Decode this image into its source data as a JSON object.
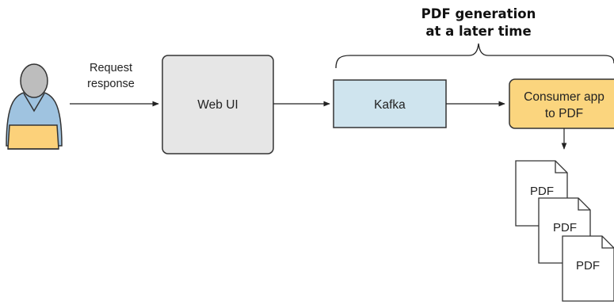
{
  "annotation": {
    "line1": "PDF generation",
    "line2": "at a later time"
  },
  "request_label": {
    "line1": "Request",
    "line2": "response"
  },
  "nodes": {
    "web_ui": "Web UI",
    "kafka": "Kafka",
    "consumer": {
      "line1": "Consumer app",
      "line2": "to PDF"
    }
  },
  "documents": [
    "PDF",
    "PDF",
    "PDF"
  ],
  "colors": {
    "web_ui_fill": "#e6e6e6",
    "kafka_fill": "#cfe4ee",
    "consumer_fill": "#fbd57e",
    "user_shirt": "#9fc3e0",
    "user_head": "#bdbdbd",
    "laptop": "#fcd17a"
  }
}
